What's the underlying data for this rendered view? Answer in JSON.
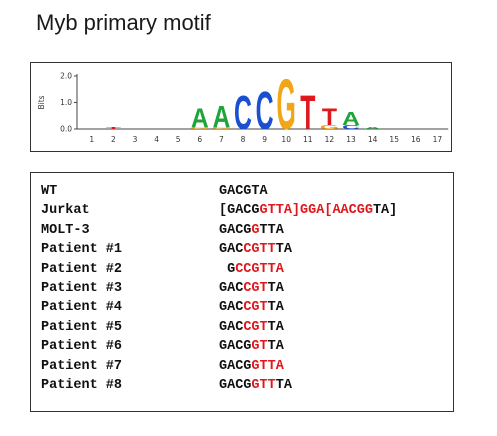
{
  "title": "Myb primary motif",
  "logo": {
    "ylabel": "Bits",
    "yticks": [
      "2.0",
      "1.0",
      "0.0"
    ],
    "positions": [
      "1",
      "2",
      "3",
      "4",
      "5",
      "6",
      "7",
      "8",
      "9",
      "10",
      "11",
      "12",
      "13",
      "14",
      "15",
      "16",
      "17"
    ],
    "colors": {
      "A": "#1fa33a",
      "C": "#1b4fd1",
      "G": "#f2a516",
      "T": "#e0171c"
    },
    "motif": [
      {
        "pos": 2,
        "stack": [
          {
            "letter": "T",
            "bits": 0.06
          }
        ]
      },
      {
        "pos": 6,
        "stack": [
          {
            "letter": "G",
            "bits": 0.05
          },
          {
            "letter": "A",
            "bits": 0.75
          }
        ]
      },
      {
        "pos": 7,
        "stack": [
          {
            "letter": "G",
            "bits": 0.05
          },
          {
            "letter": "A",
            "bits": 0.85
          }
        ]
      },
      {
        "pos": 8,
        "stack": [
          {
            "letter": "C",
            "bits": 1.3
          }
        ]
      },
      {
        "pos": 9,
        "stack": [
          {
            "letter": "C",
            "bits": 1.45
          }
        ]
      },
      {
        "pos": 10,
        "stack": [
          {
            "letter": "G",
            "bits": 1.95
          }
        ]
      },
      {
        "pos": 11,
        "stack": [
          {
            "letter": "T",
            "bits": 1.3
          }
        ]
      },
      {
        "pos": 12,
        "stack": [
          {
            "letter": "G",
            "bits": 0.15
          },
          {
            "letter": "T",
            "bits": 0.65
          }
        ]
      },
      {
        "pos": 13,
        "stack": [
          {
            "letter": "C",
            "bits": 0.15
          },
          {
            "letter": "A",
            "bits": 0.5
          }
        ]
      },
      {
        "pos": 14,
        "stack": [
          {
            "letter": "A",
            "bits": 0.06
          }
        ]
      }
    ]
  },
  "rows": [
    {
      "label": "WT",
      "segments": [
        {
          "t": "GACGTA",
          "c": "black"
        }
      ]
    },
    {
      "label": "Jurkat",
      "segments": [
        {
          "t": "[GACG",
          "c": "black"
        },
        {
          "t": "GTTA",
          "c": "red"
        },
        {
          "t": "]GGA[",
          "c": "red"
        },
        {
          "t": "AACGG",
          "c": "red"
        },
        {
          "t": "TA]",
          "c": "black"
        }
      ]
    },
    {
      "label": "MOLT-3",
      "segments": [
        {
          "t": "GACG",
          "c": "black"
        },
        {
          "t": "G",
          "c": "red"
        },
        {
          "t": "TTA",
          "c": "black"
        }
      ]
    },
    {
      "label": "Patient #1",
      "segments": [
        {
          "t": "GAC",
          "c": "black"
        },
        {
          "t": "CGTT",
          "c": "red"
        },
        {
          "t": "TA",
          "c": "black"
        }
      ]
    },
    {
      "label": "Patient #2",
      "segments": [
        {
          "t": " G",
          "c": "black"
        },
        {
          "t": "CCGTTA",
          "c": "red"
        }
      ]
    },
    {
      "label": "Patient #3",
      "segments": [
        {
          "t": "GAC",
          "c": "black"
        },
        {
          "t": "CGT",
          "c": "red"
        },
        {
          "t": "TA",
          "c": "black"
        }
      ]
    },
    {
      "label": "Patient #4",
      "segments": [
        {
          "t": "GAC",
          "c": "black"
        },
        {
          "t": "CGT",
          "c": "red"
        },
        {
          "t": "TA",
          "c": "black"
        }
      ]
    },
    {
      "label": "Patient #5",
      "segments": [
        {
          "t": "GAC",
          "c": "black"
        },
        {
          "t": "CGT",
          "c": "red"
        },
        {
          "t": "TA",
          "c": "black"
        }
      ]
    },
    {
      "label": "Patient #6",
      "segments": [
        {
          "t": "GACG",
          "c": "black"
        },
        {
          "t": "GT",
          "c": "red"
        },
        {
          "t": "TA",
          "c": "black"
        }
      ]
    },
    {
      "label": "Patient #7",
      "segments": [
        {
          "t": "GACG",
          "c": "black"
        },
        {
          "t": "GTTA",
          "c": "red"
        }
      ]
    },
    {
      "label": "Patient #8",
      "segments": [
        {
          "t": "GACG",
          "c": "black"
        },
        {
          "t": "GTT",
          "c": "red"
        },
        {
          "t": "TA",
          "c": "black"
        }
      ]
    }
  ]
}
